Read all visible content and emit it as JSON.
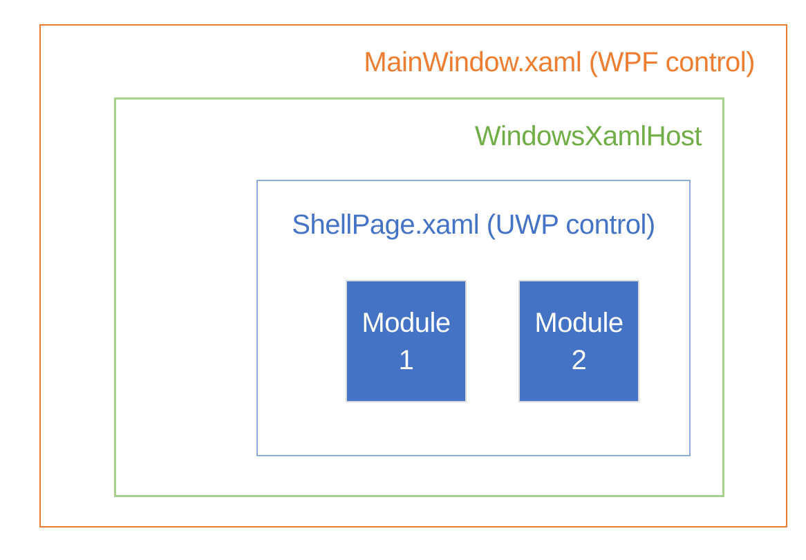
{
  "diagram": {
    "main_window": {
      "label": "MainWindow.xaml (WPF control)",
      "color": "#ED7D31"
    },
    "xaml_host": {
      "label": "WindowsXamlHost",
      "text_color": "#70AD47",
      "border_color": "#A9D18E"
    },
    "shell_page": {
      "label": "ShellPage.xaml (UWP control)",
      "text_color": "#4472C4",
      "border_color": "#8EAADB"
    },
    "modules": [
      {
        "name": "Module",
        "number": "1",
        "fill_color": "#4472C4",
        "text_color": "#FFFFFF"
      },
      {
        "name": "Module",
        "number": "2",
        "fill_color": "#4472C4",
        "text_color": "#FFFFFF"
      }
    ]
  }
}
